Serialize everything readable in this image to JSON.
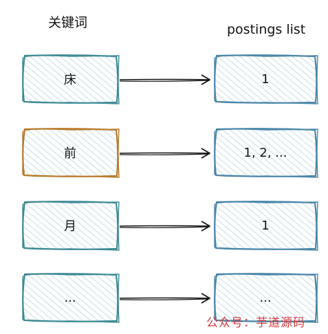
{
  "headers": {
    "keywords": "关键词",
    "postings": "postings list"
  },
  "rows": [
    {
      "keyword": "床",
      "postings": "1",
      "color": "#3d8a94"
    },
    {
      "keyword": "前",
      "postings": "1, 2, ...",
      "color": "#b87a2c"
    },
    {
      "keyword": "月",
      "postings": "1",
      "color": "#3d8a94"
    },
    {
      "keyword": "...",
      "postings": "...",
      "color": "#3d8a94"
    }
  ],
  "colors": {
    "teal_stroke": "#3d8a94",
    "blue_stroke": "#4a86a8",
    "orange_stroke": "#b87a2c",
    "hatch": "#a8cfe0",
    "arrow": "#111111"
  },
  "watermark": "公众号：芋道源码"
}
